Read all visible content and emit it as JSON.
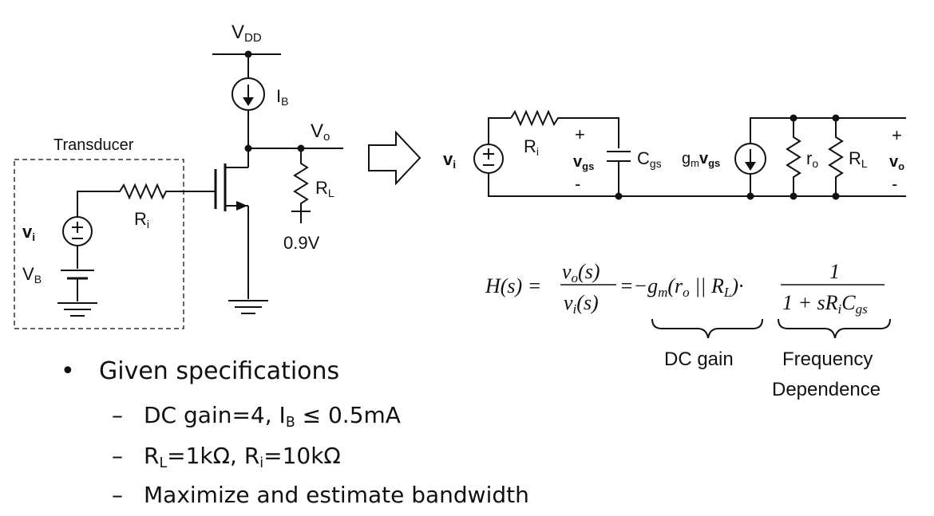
{
  "circuit_left": {
    "supply_label": "V",
    "supply_sub": "DD",
    "bias_current_label": "I",
    "bias_current_sub": "B",
    "output_label": "V",
    "output_sub": "o",
    "load_label": "R",
    "load_sub": "L",
    "load_ref_voltage": "0.9V",
    "transducer_label": "Transducer",
    "input_source_label": "v",
    "input_source_sub": "i",
    "source_resistor_label": "R",
    "source_resistor_sub": "i",
    "bias_voltage_label": "V",
    "bias_voltage_sub": "B"
  },
  "circuit_right": {
    "input_label": "v",
    "input_sub": "i",
    "resistor_label": "R",
    "resistor_sub": "i",
    "vgs_plus": "+",
    "vgs_label": "v",
    "vgs_sub": "gs",
    "vgs_minus": "-",
    "cap_label": "C",
    "cap_sub": "gs",
    "gm_label": "g",
    "gm_sub": "m",
    "gm_v": "v",
    "gm_vsub": "gs",
    "ro_label": "r",
    "ro_sub": "o",
    "rl_label": "R",
    "rl_sub": "L",
    "vo_plus": "+",
    "vo_label": "v",
    "vo_sub": "o",
    "vo_minus": "-"
  },
  "equation": {
    "lhs": "H(s) =",
    "num_v": "v",
    "num_sub": "o",
    "num_arg": "(s)",
    "den_v": "v",
    "den_sub": "i",
    "den_arg": "(s)",
    "eq": "=",
    "gain_prefix": "−g",
    "gain_sub": "m",
    "gain_paren_open": "(r",
    "gain_ro_sub": "o",
    "gain_par": " || R",
    "gain_rl_sub": "L",
    "gain_paren_close": ")",
    "dot": "·",
    "frac2_num": "1",
    "frac2_den_a": "1 + sR",
    "frac2_den_rsub": "i",
    "frac2_den_c": "C",
    "frac2_den_csub": "gs",
    "brace1_label": "DC gain",
    "brace2_label_line1": "Frequency",
    "brace2_label_line2": "Dependence"
  },
  "bullets": {
    "bullet_glyph": "•",
    "main": "Given specifications",
    "dash_glyph": "–",
    "sub1_a": "DC gain=4, I",
    "sub1_sub": "B",
    "sub1_b": " ≤ 0.5mA",
    "sub2_a": "R",
    "sub2_sub1": "L",
    "sub2_b": "=1kΩ, R",
    "sub2_sub2": "i",
    "sub2_c": "=10kΩ",
    "sub3": "Maximize and estimate bandwidth"
  }
}
